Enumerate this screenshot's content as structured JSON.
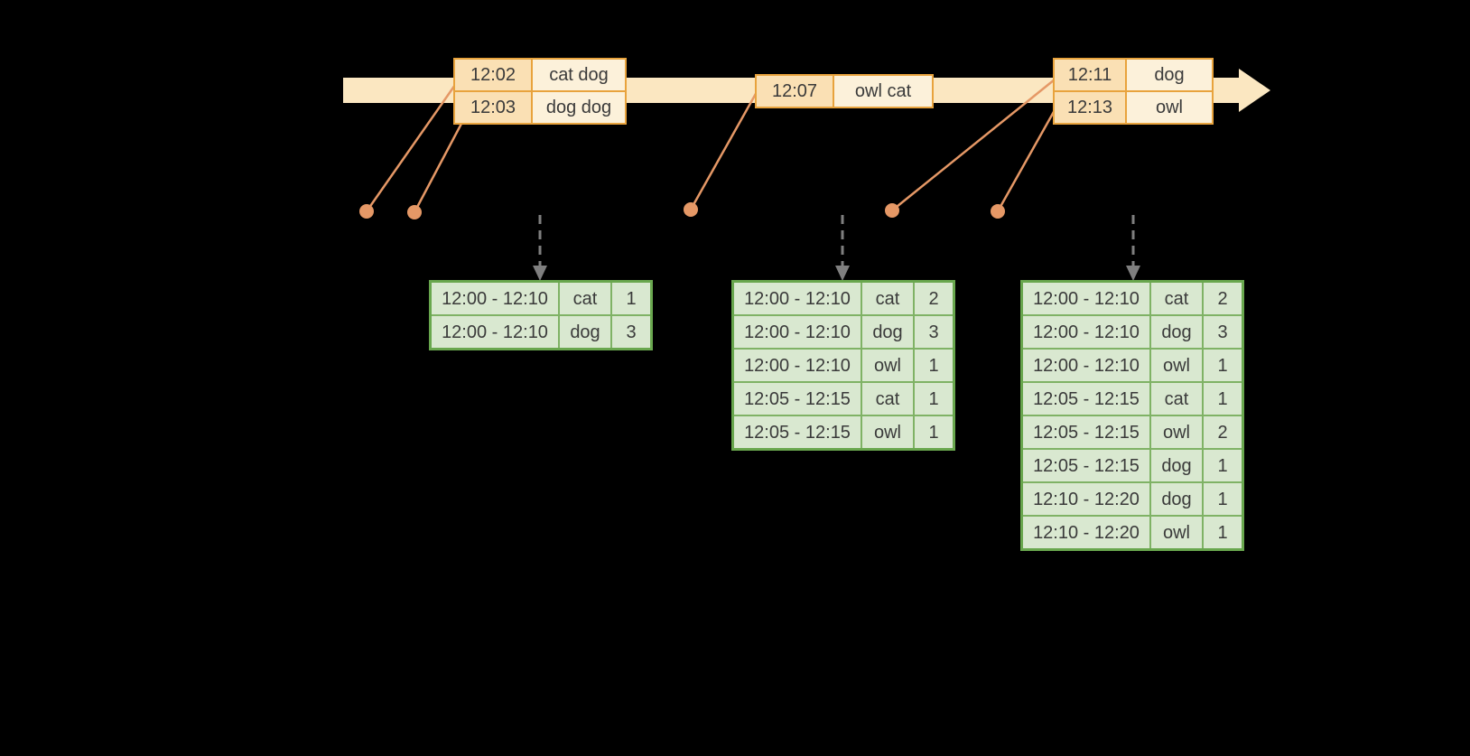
{
  "colors": {
    "background": "#000000",
    "timeline_fill": "#fbe7c1",
    "event_table_border": "#e8a33d",
    "event_time_cell_bg": "#fae0b4",
    "event_word_cell_bg": "#fcf1da",
    "connector": "#e59866",
    "trigger_arrow": "#7f7f7f",
    "result_table_border": "#69a74e",
    "result_cell_bg": "#d9e8d0",
    "text": "#3a3a3a"
  },
  "event_tables": [
    {
      "rows": [
        {
          "time": "12:02",
          "words": "cat dog"
        },
        {
          "time": "12:03",
          "words": "dog dog"
        }
      ]
    },
    {
      "rows": [
        {
          "time": "12:07",
          "words": "owl cat"
        }
      ]
    },
    {
      "rows": [
        {
          "time": "12:11",
          "words": "dog"
        },
        {
          "time": "12:13",
          "words": "owl"
        }
      ]
    }
  ],
  "result_tables": [
    {
      "rows": [
        {
          "window": "12:00 - 12:10",
          "word": "cat",
          "count": "1"
        },
        {
          "window": "12:00 - 12:10",
          "word": "dog",
          "count": "3"
        }
      ]
    },
    {
      "rows": [
        {
          "window": "12:00 - 12:10",
          "word": "cat",
          "count": "2"
        },
        {
          "window": "12:00 - 12:10",
          "word": "dog",
          "count": "3"
        },
        {
          "window": "12:00 - 12:10",
          "word": "owl",
          "count": "1"
        },
        {
          "window": "12:05 - 12:15",
          "word": "cat",
          "count": "1"
        },
        {
          "window": "12:05 - 12:15",
          "word": "owl",
          "count": "1"
        }
      ]
    },
    {
      "rows": [
        {
          "window": "12:00 - 12:10",
          "word": "cat",
          "count": "2"
        },
        {
          "window": "12:00 - 12:10",
          "word": "dog",
          "count": "3"
        },
        {
          "window": "12:00 - 12:10",
          "word": "owl",
          "count": "1"
        },
        {
          "window": "12:05 - 12:15",
          "word": "cat",
          "count": "1"
        },
        {
          "window": "12:05 - 12:15",
          "word": "owl",
          "count": "2"
        },
        {
          "window": "12:05 - 12:15",
          "word": "dog",
          "count": "1"
        },
        {
          "window": "12:10 - 12:20",
          "word": "dog",
          "count": "1"
        },
        {
          "window": "12:10 - 12:20",
          "word": "owl",
          "count": "1"
        }
      ]
    }
  ]
}
